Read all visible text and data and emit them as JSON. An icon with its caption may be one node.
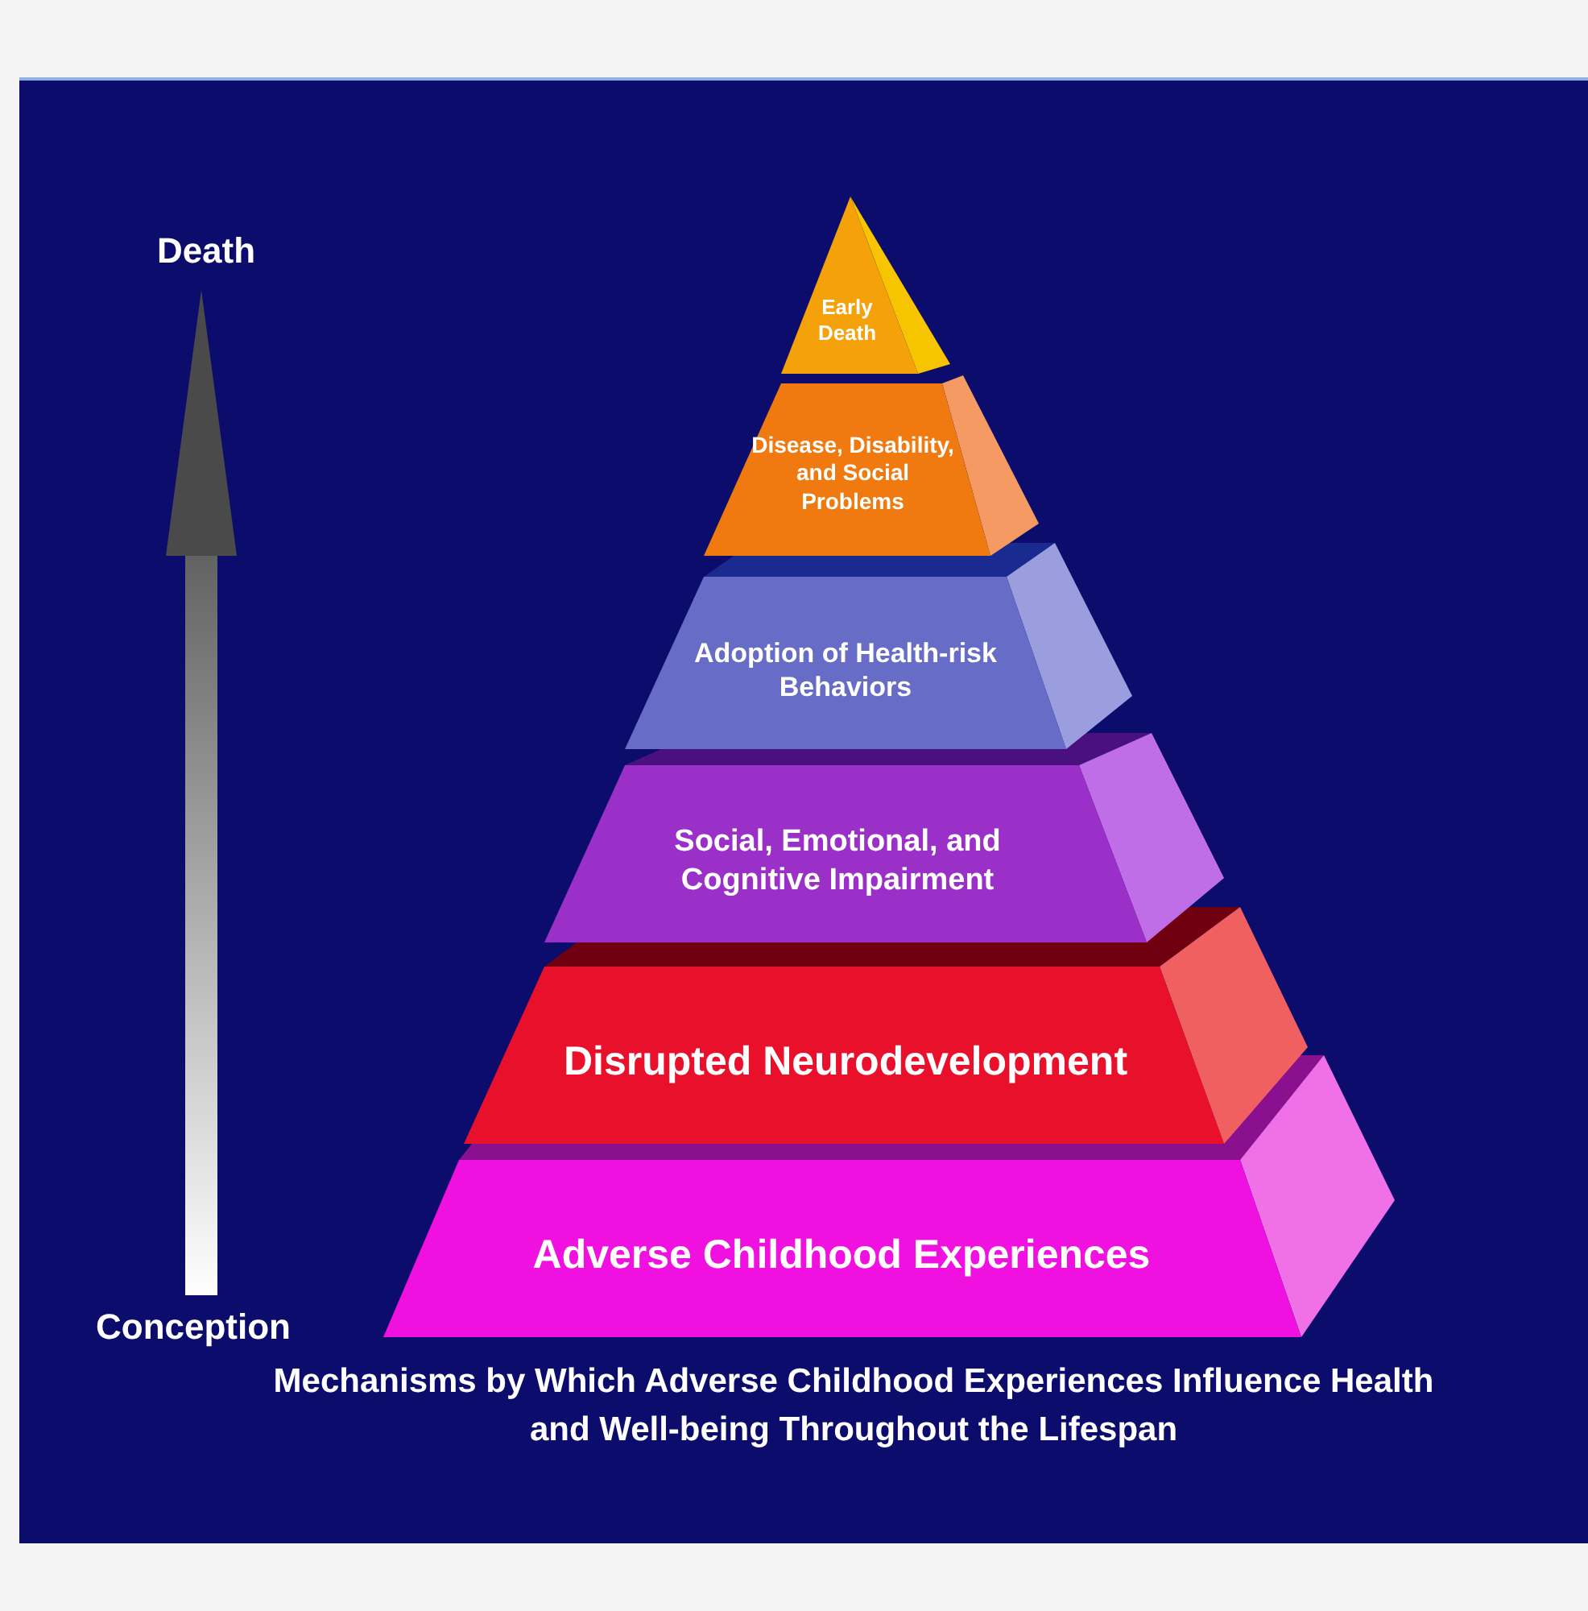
{
  "diagram": {
    "caption": "Mechanisms by Which Adverse Childhood Experiences Influence Health and Well-being Throughout the Lifespan",
    "nodes": [
      {
        "text": [
          "Death"
        ]
      },
      {
        "text": [
          "Conception"
        ]
      },
      {
        "text": [
          "Early Death"
        ]
      },
      {
        "text": [
          "Disease, Disability, and Social Problems"
        ]
      },
      {
        "text": [
          "Adoption of Health-risk Behaviors"
        ]
      },
      {
        "text": [
          "Social, Emotional, and Cognitive Impairment"
        ]
      },
      {
        "text": [
          "Disrupted Neurodevelopment"
        ]
      },
      {
        "text": [
          "Adverse Childhood Experiences"
        ]
      }
    ],
    "edges": [
      {
        "from": 1,
        "to": 0,
        "arrow": "to"
      }
    ]
  }
}
